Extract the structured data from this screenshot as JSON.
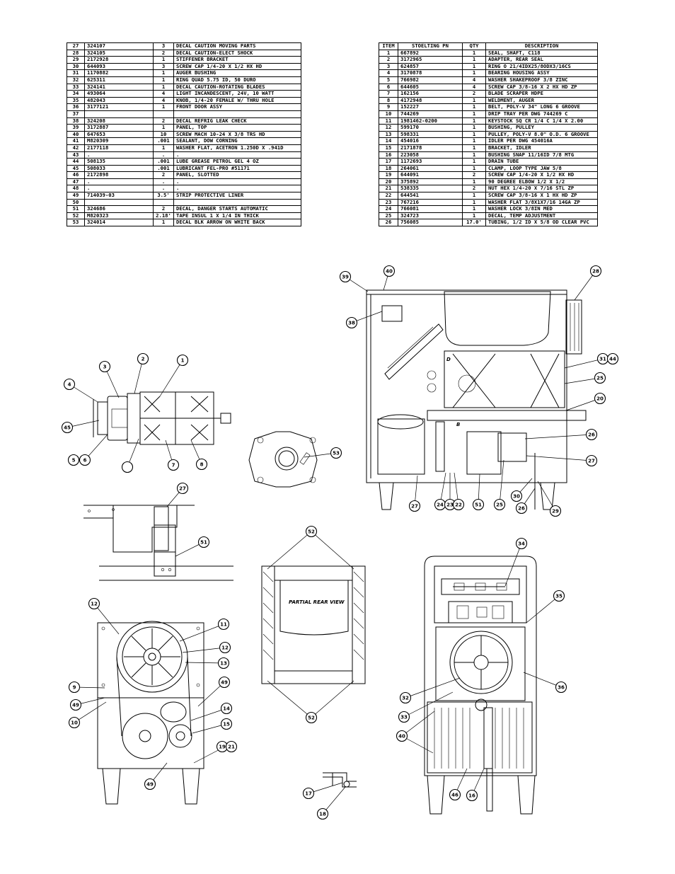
{
  "parts_left": [
    {
      "item": "27",
      "pn": "324107",
      "qty": "3",
      "desc": "DECAL CAUTION MOVING PARTS"
    },
    {
      "item": "28",
      "pn": "324105",
      "qty": "2",
      "desc": "DECAL CAUTION-ELECT SHOCK"
    },
    {
      "item": "29",
      "pn": "2172928",
      "qty": "1",
      "desc": "STIFFENER BRACKET"
    },
    {
      "item": "30",
      "pn": "644093",
      "qty": "3",
      "desc": "SCREW CAP 1/4-20 X 1/2 HX HD"
    },
    {
      "item": "31",
      "pn": "1170882",
      "qty": "1",
      "desc": "AUGER BUSHING"
    },
    {
      "item": "32",
      "pn": "625311",
      "qty": "1",
      "desc": "RING QUAD 5.75 ID, 50 DURO"
    },
    {
      "item": "33",
      "pn": "324141",
      "qty": "1",
      "desc": "DECAL CAUTION-ROTATING BLADES"
    },
    {
      "item": "34",
      "pn": "493064",
      "qty": "4",
      "desc": "LIGHT INCANDESCENT, 24V, 10 WATT"
    },
    {
      "item": "35",
      "pn": "482043",
      "qty": "4",
      "desc": "KNOB, 1/4-20 FEMALE W/ THRU HOLE"
    },
    {
      "item": "36",
      "pn": "3177121",
      "qty": "1",
      "desc": "FRONT DOOR ASSY"
    },
    {
      "item": "37",
      "pn": "",
      "qty": "",
      "desc": ""
    },
    {
      "item": "38",
      "pn": "324208",
      "qty": "2",
      "desc": "DECAL REFRIG LEAK CHECK"
    },
    {
      "item": "39",
      "pn": "3172887",
      "qty": "1",
      "desc": "PANEL, TOP"
    },
    {
      "item": "40",
      "pn": "647653",
      "qty": "10",
      "desc": "SCREW MACH 10-24 X 3/8 TRS HD"
    },
    {
      "item": "41",
      "pn": "M820309",
      "qty": ".001",
      "desc": "SEALANT, DOW CORNING"
    },
    {
      "item": "42",
      "pn": "2177118",
      "qty": "1",
      "desc": "WASHER FLAT, ACETRON 1.250D X .941D"
    },
    {
      "item": "43",
      "pn": ".",
      "qty": ".",
      "desc": "."
    },
    {
      "item": "44",
      "pn": "508135",
      "qty": ".001",
      "desc": "LUBE GREASE PETROL GEL 4 OZ"
    },
    {
      "item": "45",
      "pn": "508033",
      "qty": ".001",
      "desc": "LUBRICANT FEL-PRO #51171"
    },
    {
      "item": "46",
      "pn": "2172898",
      "qty": "2",
      "desc": "PANEL, SLOTTED"
    },
    {
      "item": "47",
      "pn": ".",
      "qty": ".",
      "desc": "."
    },
    {
      "item": "48",
      "pn": ".",
      "qty": ".",
      "desc": "."
    },
    {
      "item": "49",
      "pn": "714039-03",
      "qty": "3.5'",
      "desc": "STRIP PROTECTIVE LINER"
    },
    {
      "item": "50",
      "pn": "",
      "qty": "",
      "desc": ""
    },
    {
      "item": "51",
      "pn": "324686",
      "qty": "2",
      "desc": "DECAL, DANGER STARTS AUTOMATIC"
    },
    {
      "item": "52",
      "pn": "M820323",
      "qty": "2.18'",
      "desc": "TAPE INSUL 1 X 1/4 IN THICK"
    },
    {
      "item": "53",
      "pn": "324014",
      "qty": "1",
      "desc": "DECAL BLK ARROW ON WHITE BACK"
    }
  ],
  "parts_right_header": {
    "item": "ITEM",
    "pn": "STOELTING PN",
    "qty": "QTY",
    "desc": "DESCRIPTION"
  },
  "parts_right": [
    {
      "item": "1",
      "pn": "667892",
      "qty": "1",
      "desc": "SEAL, SHAFT, C118"
    },
    {
      "item": "2",
      "pn": "3172965",
      "qty": "1",
      "desc": "ADAPTER, REAR SEAL"
    },
    {
      "item": "3",
      "pn": "624857",
      "qty": "1",
      "desc": "RING O 21/4IDX25/8ODX3/16CS"
    },
    {
      "item": "4",
      "pn": "3170878",
      "qty": "1",
      "desc": "BEARING HOUSING ASSY"
    },
    {
      "item": "5",
      "pn": "766982",
      "qty": "4",
      "desc": "WASHER SHAKEPROOF 3/8 ZINC"
    },
    {
      "item": "6",
      "pn": "644605",
      "qty": "4",
      "desc": "SCREW CAP 3/8-16 X 2 HX HD ZP"
    },
    {
      "item": "7",
      "pn": "162156",
      "qty": "2",
      "desc": "BLADE SCRAPER HDPE"
    },
    {
      "item": "8",
      "pn": "4172948",
      "qty": "1",
      "desc": "WELDMENT, AUGER"
    },
    {
      "item": "9",
      "pn": "152227",
      "qty": "1",
      "desc": "BELT, POLY-V 34\" LONG 6 GROOVE"
    },
    {
      "item": "10",
      "pn": "744269",
      "qty": "1",
      "desc": "DRIP TRAY PER DWG 744269 C"
    },
    {
      "item": "11",
      "pn": "1981462-0200",
      "qty": "1",
      "desc": "KEYSTOCK SQ CR 1/4 C 1/4 X 2.00"
    },
    {
      "item": "12",
      "pn": "599170",
      "qty": "1",
      "desc": "BUSHING, PULLEY"
    },
    {
      "item": "13",
      "pn": "598331",
      "qty": "1",
      "desc": "PULLEY, POLY-V 8.0\" O.D. 6 GROOVE"
    },
    {
      "item": "14",
      "pn": "454016",
      "qty": "1",
      "desc": "IDLER PER DWG 454016A"
    },
    {
      "item": "15",
      "pn": "2171878",
      "qty": "1",
      "desc": "BRACKET, IDLER"
    },
    {
      "item": "16",
      "pn": "223058",
      "qty": "1",
      "desc": "BUSHING SNAP 11/16ID 7/8 MTG"
    },
    {
      "item": "17",
      "pn": "1172693",
      "qty": "1",
      "desc": "DRAIN TUBE"
    },
    {
      "item": "18",
      "pn": "264061",
      "qty": "1",
      "desc": "CLAMP, LOOP TYPE JAW  5/8"
    },
    {
      "item": "19",
      "pn": "644091",
      "qty": "2",
      "desc": "SCREW CAP 1/4-20 X 1/2 HX HD"
    },
    {
      "item": "20",
      "pn": "375892",
      "qty": "1",
      "desc": "90 DEGREE ELBOW 1/2 X 1/2"
    },
    {
      "item": "21",
      "pn": "538335",
      "qty": "2",
      "desc": "NUT HEX 1/4-20 X 7/16 STL ZP"
    },
    {
      "item": "22",
      "pn": "644541",
      "qty": "1",
      "desc": "SCREW CAP 3/8-16 X 1 HX HD ZP"
    },
    {
      "item": "23",
      "pn": "767216",
      "qty": "1",
      "desc": "WASHER FLAT 3/8X1X7/16 14GA ZP"
    },
    {
      "item": "24",
      "pn": "766081",
      "qty": "1",
      "desc": "WASHER LOCK 3/8IN MED"
    },
    {
      "item": "25",
      "pn": "324723",
      "qty": "1",
      "desc": "DECAL, TEMP ADJUSTMENT"
    },
    {
      "item": "26",
      "pn": "756085",
      "qty": "17.0'",
      "desc": "TUBING, 1/2 ID X 5/8 OD CLEAR PVC"
    }
  ],
  "callouts": [
    "1",
    "2",
    "3",
    "4",
    "5",
    "6",
    "7",
    "8",
    "9",
    "10",
    "11",
    "12",
    "13",
    "14",
    "15",
    "16",
    "17",
    "18",
    "19",
    "20",
    "21",
    "22",
    "23",
    "24",
    "25",
    "26",
    "27",
    "28",
    "29",
    "30",
    "31",
    "32",
    "33",
    "34",
    "35",
    "36",
    "38",
    "39",
    "40",
    "44",
    "45",
    "46",
    "49",
    "51",
    "52",
    "53"
  ],
  "labels": {
    "partial_rear_view": "PARTIAL REAR VIEW",
    "view_d": "D",
    "view_b": "B"
  }
}
